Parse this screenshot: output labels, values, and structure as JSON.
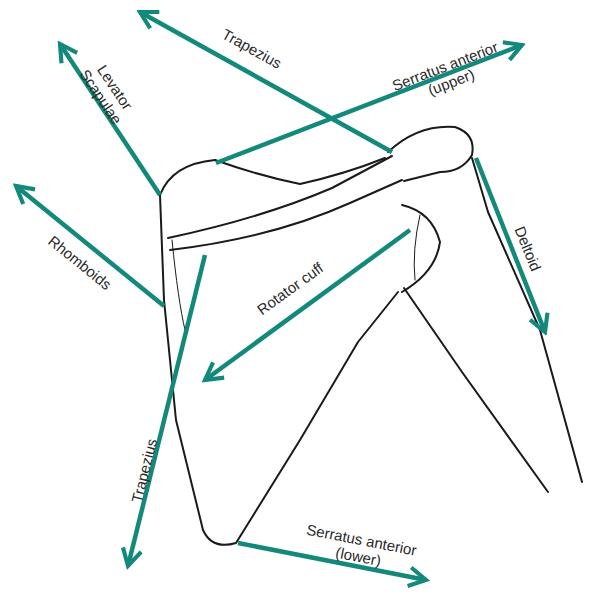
{
  "diagram": {
    "labels": [
      "Trapezius",
      "Serratus anterior (upper)",
      "Levator Scapulae",
      "Rhomboids",
      "Rotator cuff",
      "Deltoid",
      "Trapezius",
      "Serratus anterior (lower)"
    ]
  }
}
